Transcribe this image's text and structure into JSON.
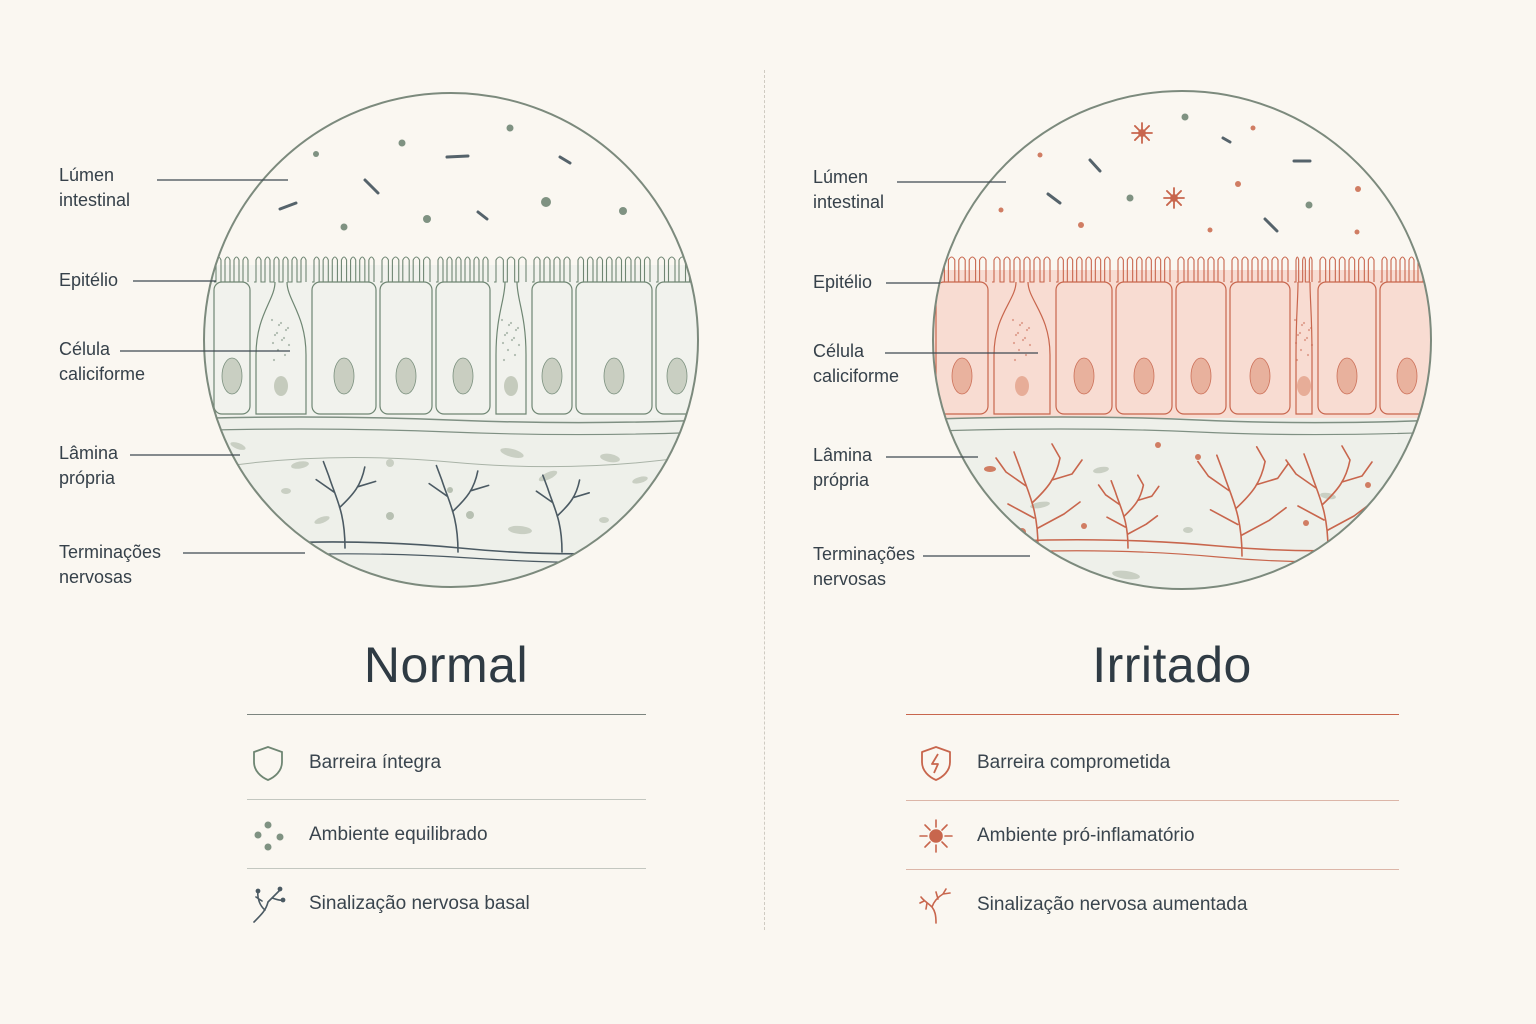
{
  "normal": {
    "labels": {
      "lumen": "Lúmen\nintestinal",
      "epithelium": "Epitélio",
      "goblet": "Célula\ncaliciforme",
      "lamina": "Lâmina\nprópria",
      "nerves": "Terminações\nnervosas"
    },
    "title": "Normal",
    "features": [
      {
        "icon": "shield-icon",
        "text": "Barreira íntegra"
      },
      {
        "icon": "dots-icon",
        "text": "Ambiente equilibrado"
      },
      {
        "icon": "nerve-icon",
        "text": "Sinalização nervosa basal"
      }
    ],
    "colors": {
      "accent": "#6f8673",
      "cell_fill": "#f1f2ed",
      "nucleus": "#c5cbbd",
      "nerve": "#4b5a63"
    }
  },
  "irritated": {
    "labels": {
      "lumen": "Lúmen\nintestinal",
      "epithelium": "Epitélio",
      "goblet": "Célula\ncaliciforme",
      "lamina": "Lâmina\nprópria",
      "nerves": "Terminações\nnervosas"
    },
    "title": "Irritado",
    "features": [
      {
        "icon": "broken-shield-icon",
        "text": "Barreira comprometida"
      },
      {
        "icon": "inflammation-icon",
        "text": "Ambiente pró-inflamatório"
      },
      {
        "icon": "nerve-icon",
        "text": "Sinalização nervosa aumentada"
      }
    ],
    "colors": {
      "accent": "#c8664d",
      "cell_fill": "#f8dcd2",
      "nucleus": "#e7ad98",
      "nerve": "#c8664d"
    }
  }
}
